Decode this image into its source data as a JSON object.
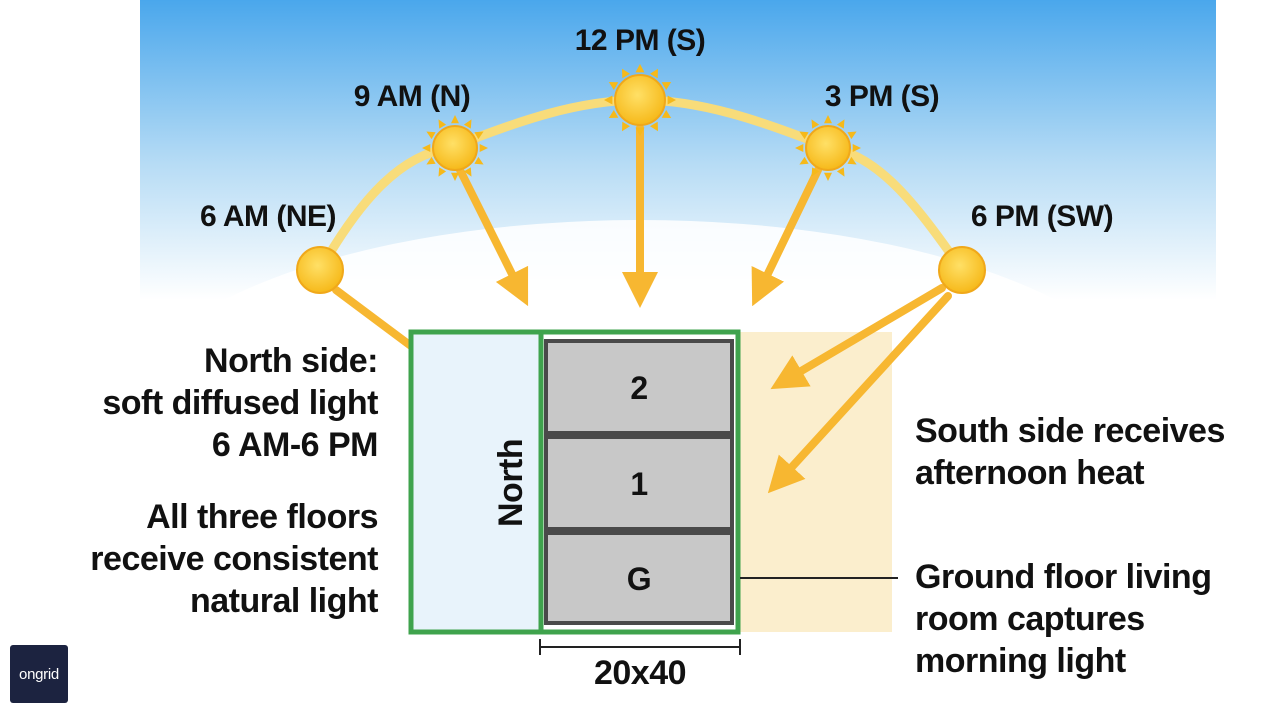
{
  "sun_path": {
    "suns": [
      {
        "id": "6am",
        "label": "6 AM (NE)"
      },
      {
        "id": "9am",
        "label": "9 AM (N)"
      },
      {
        "id": "12pm",
        "label": "12 PM (S)"
      },
      {
        "id": "3pm",
        "label": "3 PM (S)"
      },
      {
        "id": "6pm",
        "label": "6 PM (SW)"
      }
    ]
  },
  "building": {
    "floors": [
      "2",
      "1",
      "G"
    ],
    "north_label": "North",
    "dimension": "20x40"
  },
  "annotations": {
    "north_side": [
      "North side:",
      "soft diffused light",
      "6 AM-6 PM"
    ],
    "all_floors": [
      "All three floors",
      "receive consistent",
      "natural light"
    ],
    "south_side": [
      "South side receives",
      "afternoon heat"
    ],
    "ground_floor": [
      "Ground floor living",
      "room captures",
      "morning light"
    ]
  },
  "logo": {
    "text": "ongrid"
  },
  "colors": {
    "sky_top": "#4aa7ec",
    "sun": "#f9c61e",
    "arrow": "#f7b731",
    "building_outline": "#3fa34d",
    "north_panel": "#e8f3fb",
    "south_zone": "#fbeecd",
    "floor_fill": "#c8c8c8",
    "floor_border": "#4a4a4a"
  }
}
